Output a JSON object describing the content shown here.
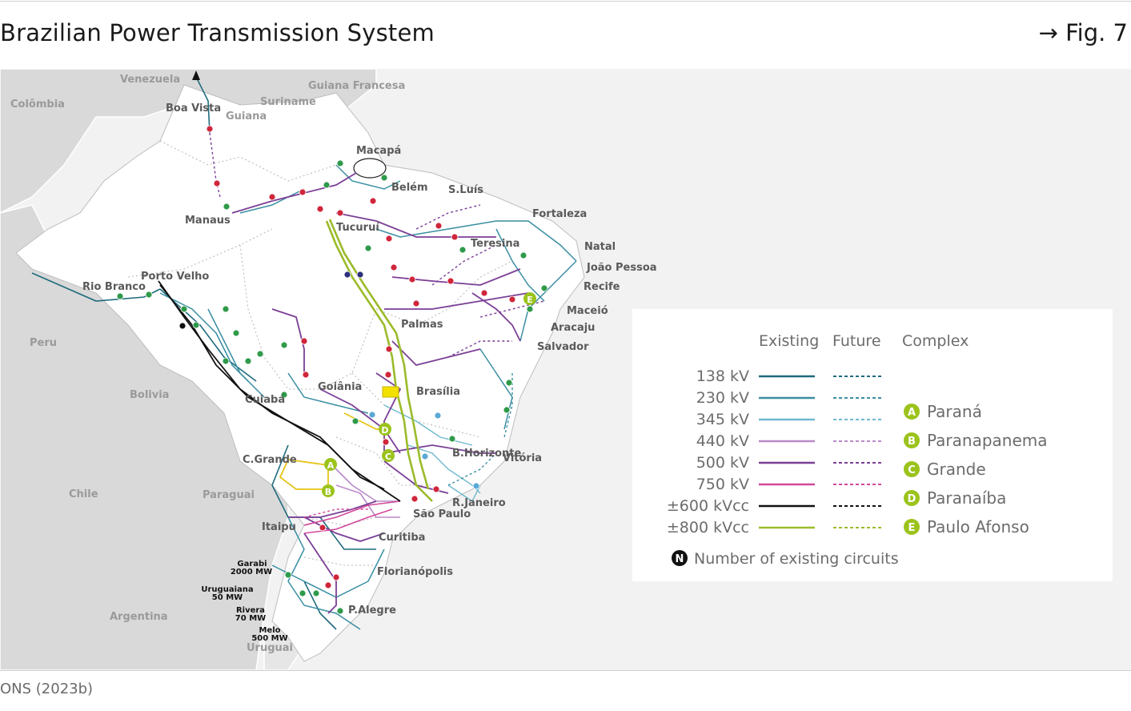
{
  "header": {
    "title": "Brazilian Power Transmission System",
    "fig_ref": "→ Fig. 7"
  },
  "source": "ONS (2023b)",
  "countries": [
    "Venezuela",
    "Colômbia",
    "Guiana",
    "Suriname",
    "Guiana Francesa",
    "Peru",
    "Bolivia",
    "Chile",
    "Paraguai",
    "Argentina",
    "Uruguai"
  ],
  "cities": [
    "Boa Vista",
    "Macapá",
    "Belém",
    "S.Luís",
    "Fortaleza",
    "Manaus",
    "Tucuruí",
    "Teresina",
    "Natal",
    "João Pessoa",
    "Recife",
    "Porto Velho",
    "Rio Branco",
    "Palmas",
    "Maceió",
    "Aracaju",
    "Salvador",
    "Goiânia",
    "Brasília",
    "Cuiabá",
    "C.Grande",
    "B.Horizonte",
    "Vitória",
    "R.Janeiro",
    "São Paulo",
    "Itaipu",
    "Curitiba",
    "Florianópolis",
    "P.Alegre"
  ],
  "interconnections": [
    {
      "name": "Garabi",
      "capacity": "2000 MW"
    },
    {
      "name": "Uruguaiana",
      "capacity": "50 MW"
    },
    {
      "name": "Rivera",
      "capacity": "70 MW"
    },
    {
      "name": "Melo",
      "capacity": "500 MW"
    }
  ],
  "legend": {
    "col_existing": "Existing",
    "col_future": "Future",
    "col_complex": "Complex",
    "voltages": [
      {
        "label": "138 kV",
        "color": "#1f6b7d"
      },
      {
        "label": "230 kV",
        "color": "#3a8ea3"
      },
      {
        "label": "345 kV",
        "color": "#6fb8d0"
      },
      {
        "label": "440 kV",
        "color": "#b98ac9"
      },
      {
        "label": "500 kV",
        "color": "#7b3f96"
      },
      {
        "label": "750 kV",
        "color": "#d2489a"
      },
      {
        "label": "±600 kVcc",
        "color": "#111111"
      },
      {
        "label": "±800 kVcc",
        "color": "#9bbb2b"
      }
    ],
    "complexes": [
      {
        "letter": "A",
        "name": "Paraná"
      },
      {
        "letter": "B",
        "name": "Paranapanema"
      },
      {
        "letter": "C",
        "name": "Grande"
      },
      {
        "letter": "D",
        "name": "Paranaíba"
      },
      {
        "letter": "E",
        "name": "Paulo Afonso"
      }
    ],
    "circuits_symbol": "N",
    "circuits_label": "Number of existing circuits"
  },
  "colors": {
    "complex_marker": "#9bc31c",
    "land_other": "#d9d9d9",
    "land_brazil": "#ffffff"
  }
}
